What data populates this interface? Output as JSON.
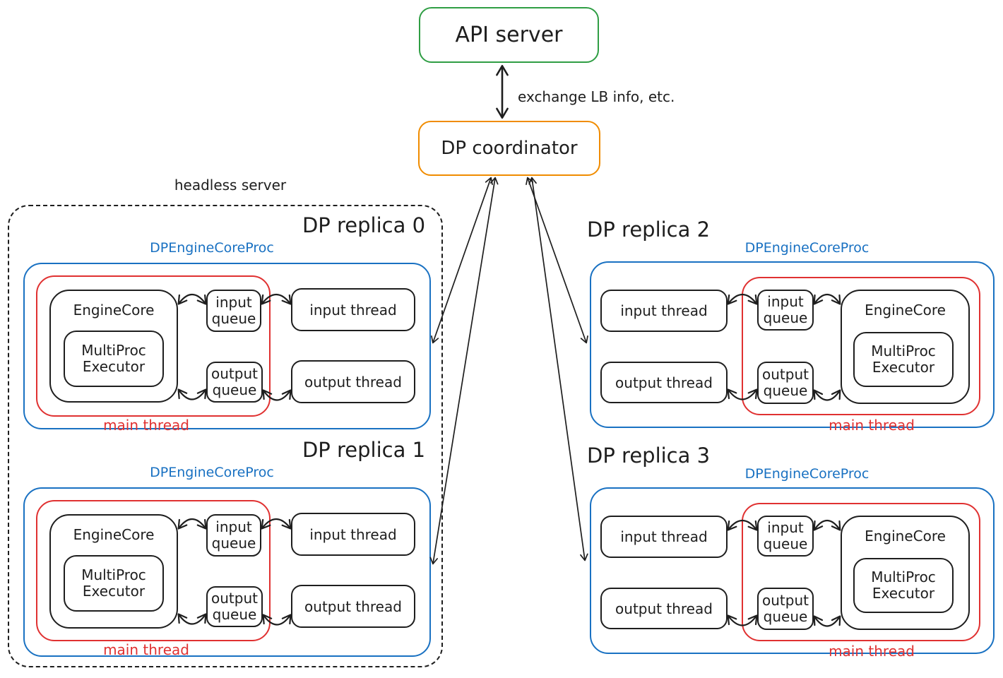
{
  "colors": {
    "green": "#2f9e44",
    "orange": "#f08c00",
    "blue": "#1971c2",
    "red": "#e03131",
    "black": "#1e1e1e",
    "background": "#ffffff"
  },
  "top": {
    "api_server": "API server",
    "coordinator": "DP coordinator",
    "link_label": "exchange LB info, etc."
  },
  "headless_server_label": "headless server",
  "component_labels": {
    "proc": "DPEngineCoreProc",
    "engine_core": "EngineCore",
    "multiproc_executor": "MultiProc Executor",
    "input_queue": "input queue",
    "output_queue": "output queue",
    "input_thread": "input thread",
    "output_thread": "output thread",
    "main_thread": "main thread"
  },
  "replicas": [
    {
      "title": "DP replica 0"
    },
    {
      "title": "DP replica 1"
    },
    {
      "title": "DP replica 2"
    },
    {
      "title": "DP replica 3"
    }
  ]
}
